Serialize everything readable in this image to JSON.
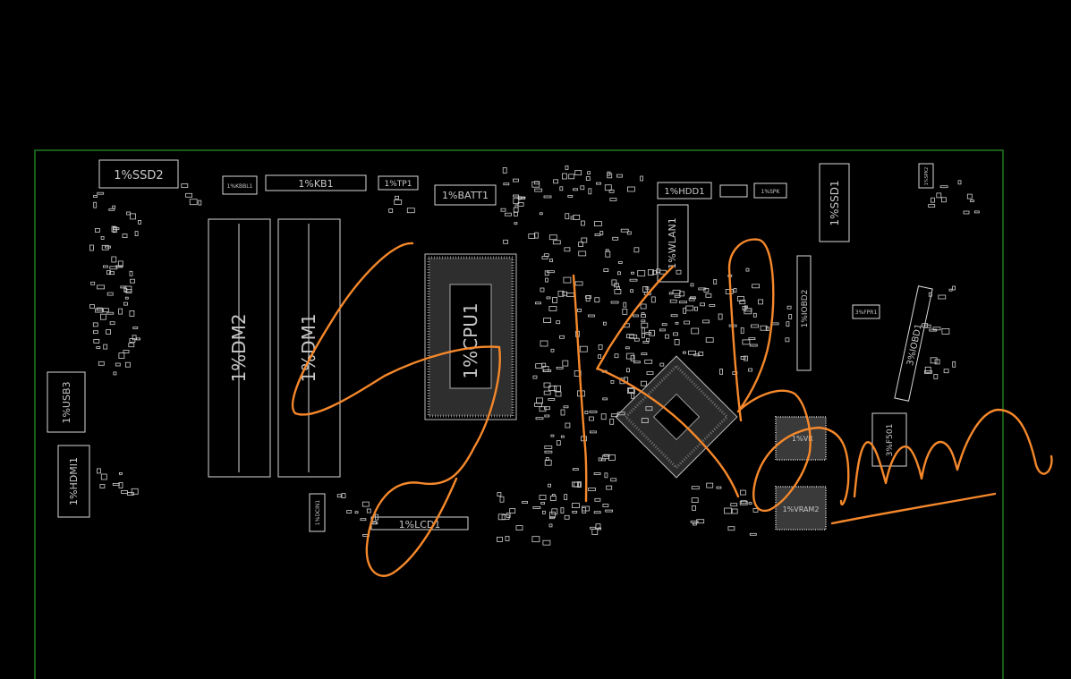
{
  "board": {
    "outline_color": "#1f7a1f",
    "silkscreen_color": "#d8d8d8",
    "annotation_color": "#f5882b"
  },
  "refdes": {
    "ssd2": "1%SSD2",
    "kb1": "1%KB1",
    "tp1": "1%TP1",
    "batt1": "1%BATT1",
    "hdd1": "1%HDD1",
    "ssd1": "1%SSD1",
    "dm2": "1%DM2",
    "dm1": "1%DM1",
    "cpu1": "1%CPU1",
    "wlan1": "1%WLAN1",
    "usb3": "1%USB3",
    "hdmi1": "1%HDMI1",
    "lcd1": "1%LCD1",
    "vram2": "1%VRAM2",
    "iob2": "1%IOBD2",
    "iob1": "3%IOBD1",
    "f501": "3%F501",
    "kbbl1": "1%KBBL1",
    "dcin1": "1%DCIN1",
    "spk": "1%SPK",
    "fpr1": "3%FPR1",
    "vram1": "1%VR",
    "spk2": "1%SPK2"
  }
}
